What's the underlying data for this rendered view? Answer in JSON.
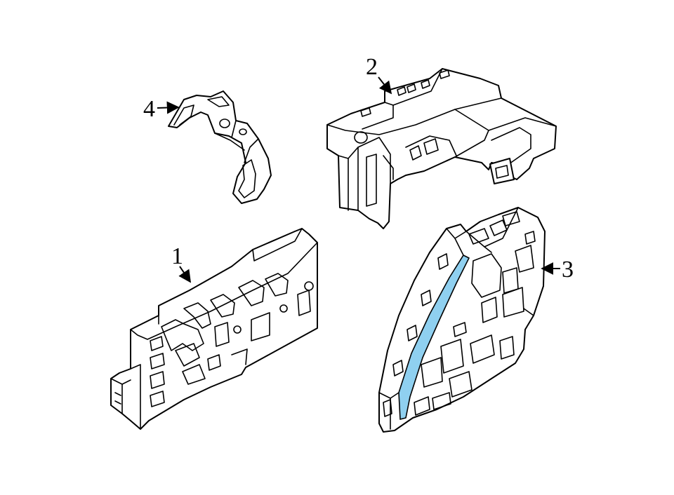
{
  "diagram": {
    "highlight_color": "#8fd0f0",
    "line_color": "#000000",
    "background": "#ffffff",
    "callouts": [
      {
        "id": "1",
        "label": "1",
        "part": "module-1"
      },
      {
        "id": "2",
        "label": "2",
        "part": "module-2"
      },
      {
        "id": "3",
        "label": "3",
        "part": "module-3"
      },
      {
        "id": "4",
        "label": "4",
        "part": "bracket-4"
      }
    ]
  }
}
